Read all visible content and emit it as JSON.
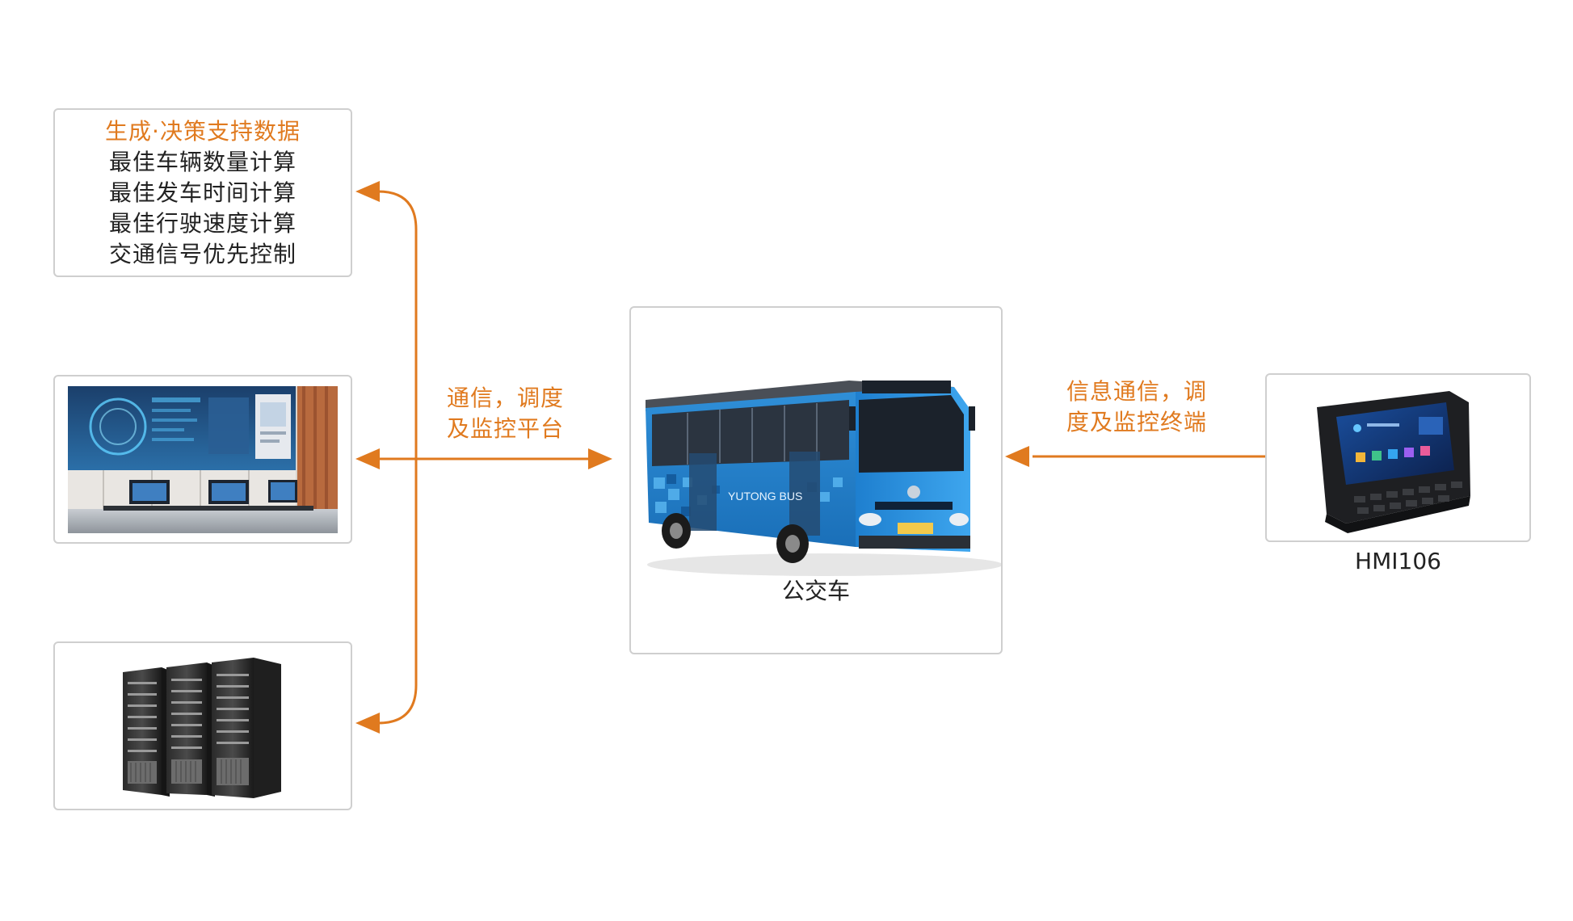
{
  "colors": {
    "accent": "#e07a1f",
    "border": "#cfcfcf",
    "text": "#222222"
  },
  "decision_box": {
    "title": "生成·决策支持数据",
    "items": [
      "最佳车辆数量计算",
      "最佳发车时间计算",
      "最佳行驶速度计算",
      "交通信号优先控制"
    ]
  },
  "links": {
    "platform_label_line1": "通信，调度",
    "platform_label_line2": "及监控平台",
    "terminal_label_line1": "信息通信，调",
    "terminal_label_line2": "度及监控终端"
  },
  "bus": {
    "caption": "公交车",
    "brand": "YUTONG BUS"
  },
  "hmi": {
    "caption": "HMI106"
  },
  "images": {
    "control_room": "control-room-photo",
    "servers": "server-rack-photo",
    "bus": "city-bus-photo",
    "hmi": "hmi-terminal-photo"
  }
}
